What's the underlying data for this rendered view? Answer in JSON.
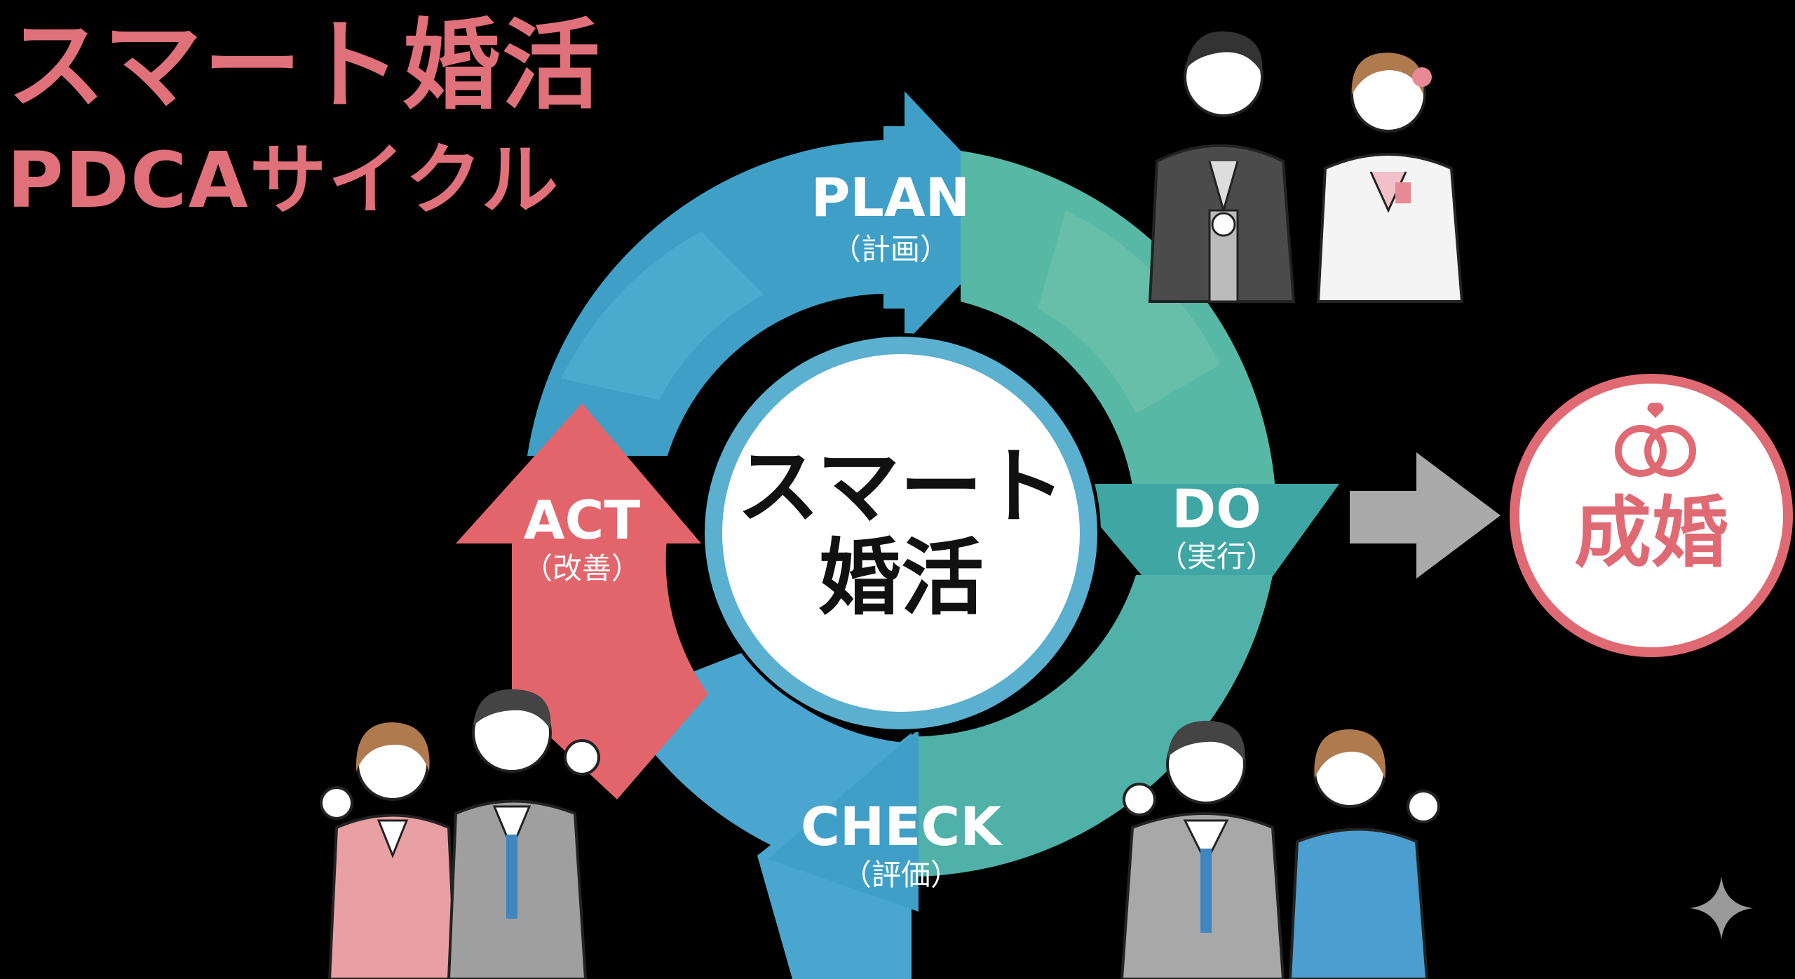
{
  "title": {
    "line1": "スマート婚活",
    "line2": "PDCAサイクル"
  },
  "center": {
    "line1": "スマート",
    "line2": "婚活"
  },
  "stages": [
    {
      "id": "plan",
      "label": "PLAN",
      "sub": "（計画）",
      "color": "#3f9fc6"
    },
    {
      "id": "do",
      "label": "DO",
      "sub": "（実行）",
      "color": "#3fa6a3"
    },
    {
      "id": "check",
      "label": "CHECK",
      "sub": "（評価）",
      "color": "#4aa6cf"
    },
    {
      "id": "act",
      "label": "ACT",
      "sub": "（改善）",
      "color": "#e2656c"
    }
  ],
  "goal": {
    "label": "成婚",
    "accent": "#e06a74"
  },
  "illustrations": [
    {
      "name": "wedding-couple"
    },
    {
      "name": "business-couple-right"
    },
    {
      "name": "business-couple-left"
    }
  ],
  "colors": {
    "background": "#000000",
    "title": "#e0707a",
    "arrow_gray": "#a9a9a9",
    "center_ring": "#5bb0cf"
  }
}
